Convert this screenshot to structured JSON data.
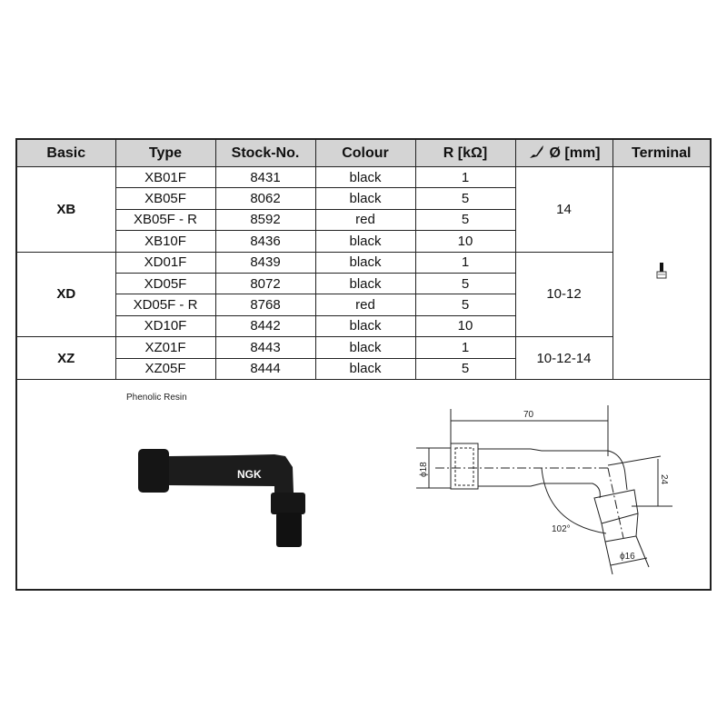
{
  "table": {
    "headers": [
      "Basic",
      "Type",
      "Stock-No.",
      "Colour",
      "R [kΩ]",
      "Ø [mm]",
      "Terminal"
    ],
    "groups": [
      {
        "basic": "XB",
        "diameter": "14",
        "rows": [
          {
            "type": "XB01F",
            "stock": "8431",
            "colour": "black",
            "r": "1"
          },
          {
            "type": "XB05F",
            "stock": "8062",
            "colour": "black",
            "r": "5"
          },
          {
            "type": "XB05F - R",
            "stock": "8592",
            "colour": "red",
            "r": "5"
          },
          {
            "type": "XB10F",
            "stock": "8436",
            "colour": "black",
            "r": "10"
          }
        ]
      },
      {
        "basic": "XD",
        "diameter": "10-12",
        "rows": [
          {
            "type": "XD01F",
            "stock": "8439",
            "colour": "black",
            "r": "1"
          },
          {
            "type": "XD05F",
            "stock": "8072",
            "colour": "black",
            "r": "5"
          },
          {
            "type": "XD05F - R",
            "stock": "8768",
            "colour": "red",
            "r": "5"
          },
          {
            "type": "XD10F",
            "stock": "8442",
            "colour": "black",
            "r": "10"
          }
        ]
      },
      {
        "basic": "XZ",
        "diameter": "10-12-14",
        "rows": [
          {
            "type": "XZ01F",
            "stock": "8443",
            "colour": "black",
            "r": "1"
          },
          {
            "type": "XZ05F",
            "stock": "8444",
            "colour": "black",
            "r": "5"
          }
        ]
      }
    ]
  },
  "product": {
    "material": "Phenolic Resin",
    "brand": "NGK"
  },
  "drawing": {
    "length": "70",
    "cap_diameter": "ϕ18",
    "offset": "24",
    "angle": "102°",
    "terminal_diameter": "ϕ16"
  }
}
